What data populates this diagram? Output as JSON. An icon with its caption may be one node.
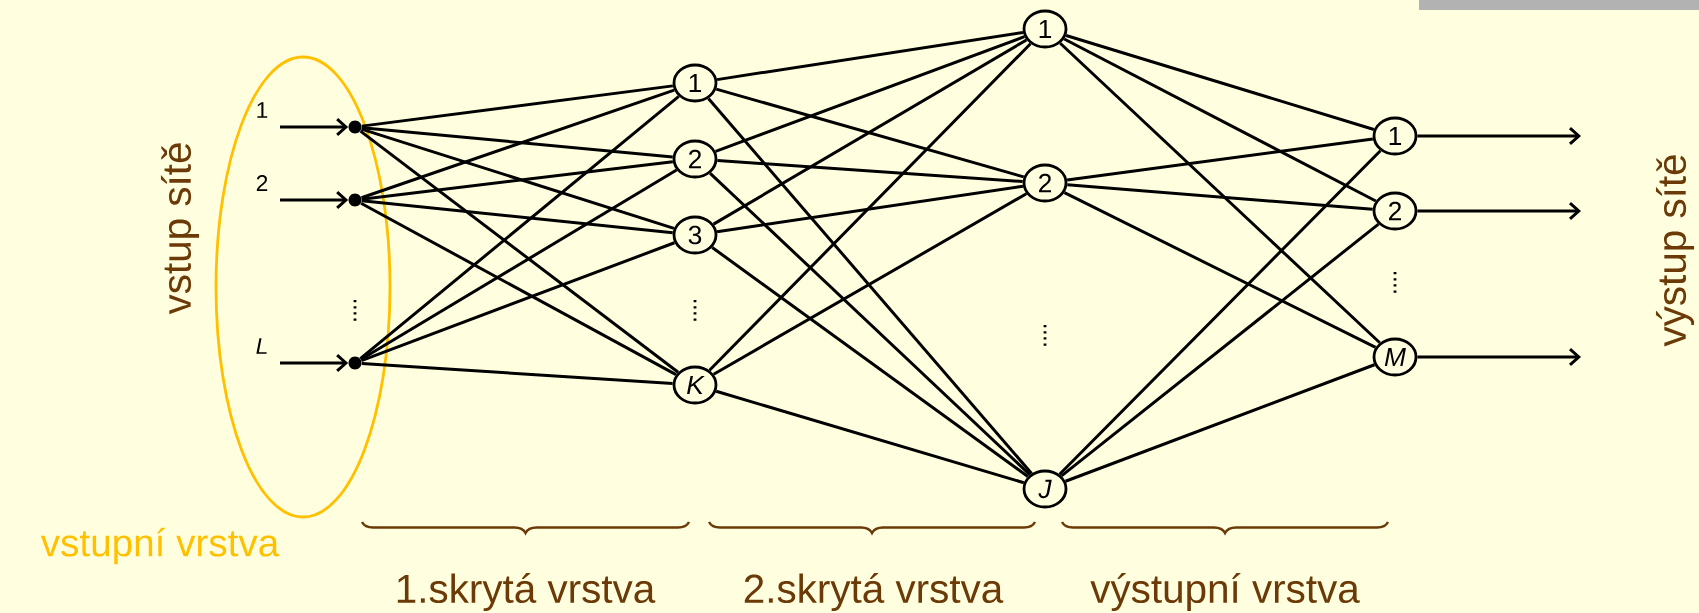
{
  "diagram": {
    "nodes": [
      {
        "text": [
          "vstupní vrstva"
        ]
      },
      {
        "text": [],
        "shape": "circle",
        "in": 0,
        "beside": [
          "1"
        ]
      },
      {
        "text": [],
        "shape": "circle",
        "in": 0,
        "beside": [
          "2"
        ]
      },
      {
        "text": [],
        "shape": "circle",
        "in": 0,
        "beside": [
          "L"
        ]
      },
      {
        "text": [
          "1"
        ]
      },
      {
        "text": [
          "2"
        ]
      },
      {
        "text": [
          "3"
        ]
      },
      {
        "text": [
          "K"
        ]
      },
      {
        "text": [
          "1"
        ]
      },
      {
        "text": [
          "2"
        ]
      },
      {
        "text": [
          "J"
        ]
      },
      {
        "text": [
          "1"
        ]
      },
      {
        "text": [
          "2"
        ]
      },
      {
        "text": [
          "M"
        ]
      }
    ],
    "edges": [
      {
        "from": null,
        "to": 1,
        "arrow": "to"
      },
      {
        "from": null,
        "to": 2,
        "arrow": "to"
      },
      {
        "from": null,
        "to": 3,
        "arrow": "to"
      },
      {
        "from": 1,
        "to": 4,
        "arrow": "none"
      },
      {
        "from": 1,
        "to": 5,
        "arrow": "none"
      },
      {
        "from": 1,
        "to": 6,
        "arrow": "none"
      },
      {
        "from": 1,
        "to": 7,
        "arrow": "none"
      },
      {
        "from": 2,
        "to": 4,
        "arrow": "none"
      },
      {
        "from": 2,
        "to": 5,
        "arrow": "none"
      },
      {
        "from": 2,
        "to": 6,
        "arrow": "none"
      },
      {
        "from": 2,
        "to": 7,
        "arrow": "none"
      },
      {
        "from": 3,
        "to": 4,
        "arrow": "none"
      },
      {
        "from": 3,
        "to": 5,
        "arrow": "none"
      },
      {
        "from": 3,
        "to": 6,
        "arrow": "none"
      },
      {
        "from": 3,
        "to": 7,
        "arrow": "none"
      },
      {
        "from": 4,
        "to": 8,
        "arrow": "none"
      },
      {
        "from": 4,
        "to": 9,
        "arrow": "none"
      },
      {
        "from": 4,
        "to": 10,
        "arrow": "none"
      },
      {
        "from": 5,
        "to": 8,
        "arrow": "none"
      },
      {
        "from": 5,
        "to": 9,
        "arrow": "none"
      },
      {
        "from": 5,
        "to": 10,
        "arrow": "none"
      },
      {
        "from": 6,
        "to": 8,
        "arrow": "none"
      },
      {
        "from": 6,
        "to": 9,
        "arrow": "none"
      },
      {
        "from": 6,
        "to": 10,
        "arrow": "none"
      },
      {
        "from": 7,
        "to": 8,
        "arrow": "none"
      },
      {
        "from": 7,
        "to": 9,
        "arrow": "none"
      },
      {
        "from": 7,
        "to": 10,
        "arrow": "none"
      },
      {
        "from": 8,
        "to": 11,
        "arrow": "none"
      },
      {
        "from": 8,
        "to": 12,
        "arrow": "none"
      },
      {
        "from": 8,
        "to": 13,
        "arrow": "none"
      },
      {
        "from": 9,
        "to": 11,
        "arrow": "none"
      },
      {
        "from": 9,
        "to": 12,
        "arrow": "none"
      },
      {
        "from": 9,
        "to": 13,
        "arrow": "none"
      },
      {
        "from": 10,
        "to": 11,
        "arrow": "none"
      },
      {
        "from": 10,
        "to": 12,
        "arrow": "none"
      },
      {
        "from": 10,
        "to": 13,
        "arrow": "none"
      },
      {
        "from": 11,
        "to": null,
        "arrow": "to"
      },
      {
        "from": 12,
        "to": null,
        "arrow": "to"
      },
      {
        "from": 13,
        "to": null,
        "arrow": "to"
      }
    ],
    "labels": [
      "vstup sítě",
      "1.skrytá vrstva",
      "2.skrytá vrstva",
      "výstupní vrstva",
      "výstup sítě"
    ]
  }
}
